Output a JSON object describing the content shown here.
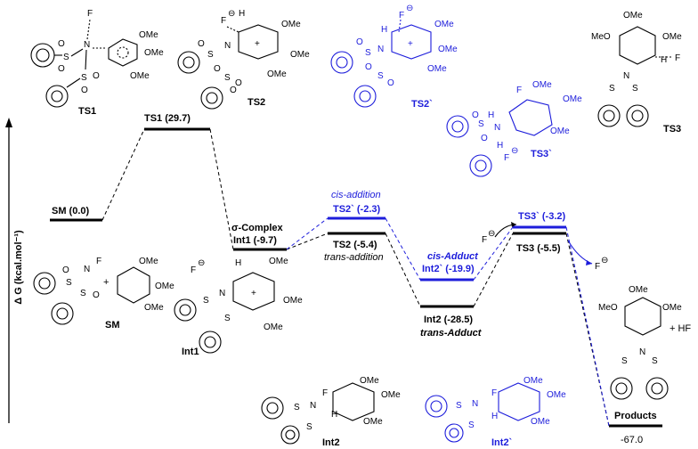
{
  "axis": {
    "label": "Δ G (kcal.mol⁻¹)"
  },
  "levels": {
    "sm": "SM (0.0)",
    "ts1": "TS1 (29.7)",
    "sigma": "σ-Complex",
    "int1": "Int1 (-9.7)",
    "ts2_cis_note": "cis-addition",
    "ts2b": "TS2` (-2.3)",
    "ts2": "TS2 (-5.4)",
    "ts2_trans_note": "trans-addition",
    "int2b_title": "cis-Adduct",
    "int2b": "Int2` (-19.9)",
    "int2": "Int2 (-28.5)",
    "int2_title": "trans-Adduct",
    "ts3b": "TS3` (-3.2)",
    "ts3": "TS3 (-5.5)",
    "products": "Products",
    "products_value": "-67.0"
  },
  "structure_labels": {
    "ts1": "TS1",
    "ts2": "TS2",
    "ts2b": "TS2`",
    "ts3b": "TS3`",
    "ts3": "TS3",
    "sm": "SM",
    "int1": "Int1",
    "int2": "Int2",
    "int2b": "Int2`",
    "hf": "+ HF"
  },
  "atoms": {
    "F": "F",
    "N": "N",
    "S": "S",
    "O": "O",
    "H": "H",
    "OMe": "OMe",
    "MeO": "MeO",
    "plus": "+",
    "minus": "⊖",
    "plus_circ": "+"
  }
}
